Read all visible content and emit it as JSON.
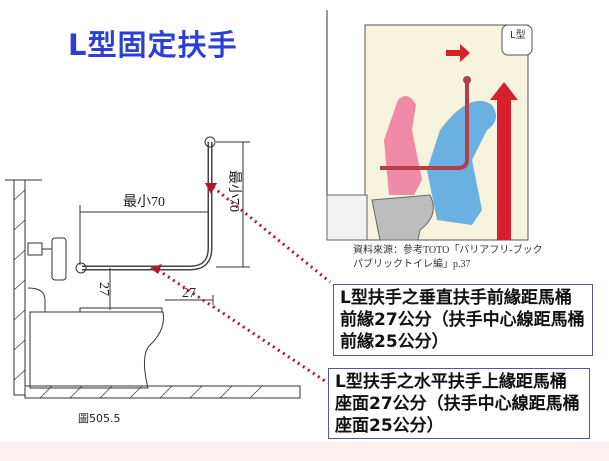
{
  "title": "L型固定扶手",
  "diagram": {
    "horizontal_length_label": "最小70",
    "vertical_length_label": "最小70",
    "seat_height_label": "27",
    "front_distance_label": "27",
    "figure_label": "圖505.5"
  },
  "photo": {
    "callout_label": "L型",
    "source_caption": "資料來源：參考TOTO「バリアフリ-ブック パブリックトイレ編」p.37"
  },
  "notes": [
    "L型扶手之垂直扶手前緣距馬桶前緣27公分（扶手中心線距馬桶前緣25公分）",
    "L型扶手之水平扶手上緣距馬桶座面27公分（扶手中心線距馬桶座面25公分）"
  ],
  "colors": {
    "title": "#2b3fd6",
    "pointer": "#b0182a",
    "photo_bg": "#f7f3dc"
  }
}
